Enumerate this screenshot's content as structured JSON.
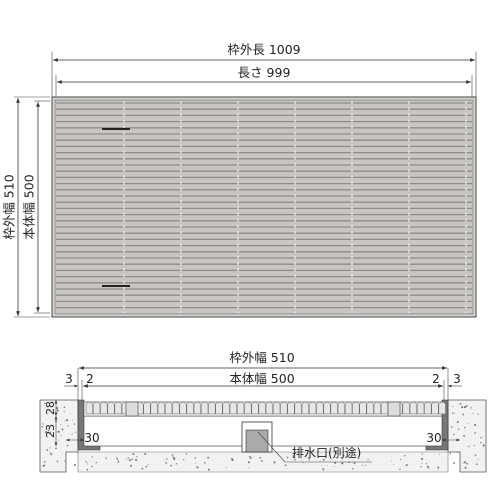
{
  "top_view": {
    "frame_outer_length": "枠外長 1009",
    "body_length": "長さ 999",
    "frame_outer_width": "枠外幅 510",
    "body_width": "本体幅 500"
  },
  "section_view": {
    "frame_outer_width": "枠外幅 510",
    "body_width": "本体幅 500",
    "left_gap_outer": "3",
    "left_gap_inner": "2",
    "right_gap_inner": "2",
    "right_gap_outer": "3",
    "height_upper": "28",
    "height_lower": "23",
    "flange_left": "30",
    "flange_right": "30",
    "drain_label": "排水口(別途)"
  },
  "colors": {
    "grating_fill": "#c9c6c2",
    "grating_slat": "#8f8c88",
    "frame": "#555555",
    "concrete": "#f2f2f2",
    "line": "#333333"
  }
}
